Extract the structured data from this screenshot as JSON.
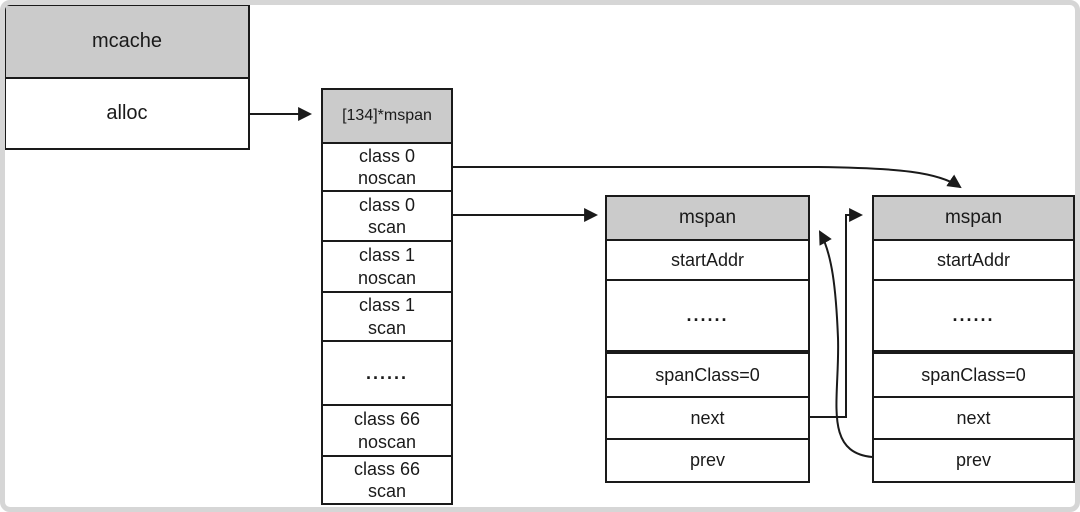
{
  "diagram": {
    "mcache": {
      "title": "mcache",
      "alloc_label": "alloc"
    },
    "span_array": {
      "title": "[134]*mspan",
      "rows": [
        {
          "line1": "class 0",
          "line2": "noscan"
        },
        {
          "line1": "class 0",
          "line2": "scan"
        },
        {
          "line1": "class 1",
          "line2": "noscan"
        },
        {
          "line1": "class 1",
          "line2": "scan"
        },
        {
          "line1": "......",
          "line2": ""
        },
        {
          "line1": "class 66",
          "line2": "noscan"
        },
        {
          "line1": "class 66",
          "line2": "scan"
        }
      ]
    },
    "mspan_left": {
      "title": "mspan",
      "fields": [
        "startAddr",
        "......",
        "spanClass=0",
        "next",
        "prev"
      ]
    },
    "mspan_right": {
      "title": "mspan",
      "fields": [
        "startAddr",
        "......",
        "spanClass=0",
        "next",
        "prev"
      ]
    },
    "arrows": [
      {
        "name": "alloc-to-span-array",
        "from": "mcache.alloc",
        "to": "span-array.header"
      },
      {
        "name": "class0-noscan-to-right-mspan",
        "from": "span-array.class0-noscan",
        "to": "mspan-right.header-top"
      },
      {
        "name": "class0-scan-to-left-mspan",
        "from": "span-array.class0-scan",
        "to": "mspan-left.header"
      },
      {
        "name": "next-pointer",
        "from": "mspan-left.next",
        "to": "mspan-right.header"
      },
      {
        "name": "prev-pointer",
        "from": "mspan-right.prev",
        "to": "mspan-left.header"
      }
    ],
    "colors": {
      "header_fill": "#cbcbcb",
      "line": "#1a1a1a",
      "background": "#ffffff",
      "frame": "#d6d6d6"
    }
  }
}
